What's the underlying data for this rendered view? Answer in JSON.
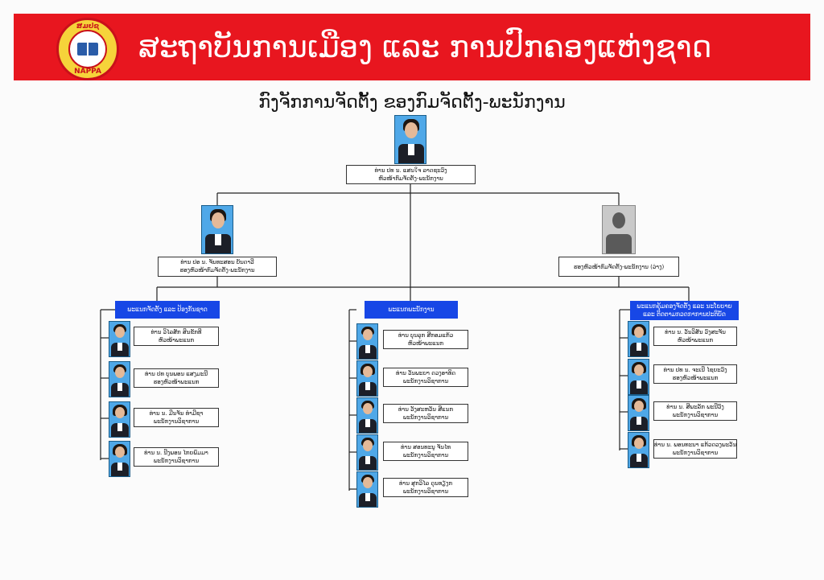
{
  "banner": {
    "title": "ສະຖາບັນການເມືອງ ແລະ ການປົກຄອງແຫ່ງຊາດ",
    "logo_top": "ສມປຊ",
    "logo_bottom": "NAPPA",
    "color": "#e8161f"
  },
  "subtitle": "ກົງຈັກການຈັດຕັ້ງ ຂອງກົມຈັດຕັ້ງ-ພະນັກງານ",
  "director": {
    "name": "ທ່ານ ປທ ນ. ແສນໃຈ ລາດຊະວົງ",
    "role": "ຫົວໜ້າກົມຈັດຕັ້ງ-ພະນັກງານ"
  },
  "deputies": [
    {
      "name": "ທ່ານ ປອ ນ. ຈັນທະສອນ ບັນດາວີ",
      "role": "ຮອງຫົວໜ້າກົມຈັດຕັ້ງ-ພະນັກງານ"
    },
    {
      "name": "",
      "role": "ຮອງຫົວໜ້າກົມຈັດຕັ້ງ-ພະນັກງານ (ວ່າງ)"
    }
  ],
  "departments": [
    {
      "title": "ພະແນກຈັດຕັ້ງ ແລະ ປ້ອງກັນຊາດ",
      "members": [
        {
          "name": "ທ່ານ ວິໄລສັກ ສິນຂັກທີ",
          "role": "ຫົວໜ້າພະແນກ"
        },
        {
          "name": "ທ່ານ ປທ ບຸນພອນ ແສງມະນີ",
          "role": "ຮອງຫົວໜ້າພະແນກ"
        },
        {
          "name": "ທ່ານ ນ. ມີນຈັນ ທຳມີຊາ",
          "role": "ພະນັກງານວິຊາການ"
        },
        {
          "name": "ທ່ານ ນ. ນີງພອນ ໄກຍພົມມາ",
          "role": "ພະນັກງານວິຊາການ"
        }
      ]
    },
    {
      "title": "ພະແນກພະນັກງານ",
      "members": [
        {
          "name": "ທ່ານ ບຸນລຸກ ສີກອມແກ້ວ",
          "role": "ຫົວໜ້າພະແນກ"
        },
        {
          "name": "ທ່ານ ວັນພະຍາ ດວງອາທິດ",
          "role": "ພະນັກງານວິຊາການ"
        },
        {
          "name": "ທ່ານ ວັງສະຫວັນ ສີແນກ",
          "role": "ພະນັກງານວິຊາການ"
        },
        {
          "name": "ທ່ານ ສອນທະນູ ຈັນໄທ",
          "role": "ພະນັກງານວິຊາການ"
        },
        {
          "name": "ທ່ານ ສຸກວິໄລ ດຸນທຽງກ",
          "role": "ພະນັກງານວິຊາການ"
        }
      ]
    },
    {
      "title": "ພະແນກຄຸ້ມຄອງຈັດຕັ້ງ ແລະ ນະໂຍບາຍ\nແລະ ຕິດຕາມກວດກາການປະຕິບັດ",
      "members": [
        {
          "name": "ທ່ານ ນ. ວັນວິສັນ ວົງສະຈັນ",
          "role": "ຫົວໜ້າພະແນກ"
        },
        {
          "name": "ທ່ານ ປທ ນ. ຈະເນີ ໄຊຍະວົງ",
          "role": "ຮອງຫົວໜ້າພະແນກ"
        },
        {
          "name": "ທ່ານ ນ. ສີພະລັກ ພະນີວົງ",
          "role": "ພະນັກງານວິຊາການ"
        },
        {
          "name": "ທ່ານ ນ. ພອນທະນາ ແກ້ວດວງພະວັນ",
          "role": "ພະນັກງານວິຊາການ"
        }
      ]
    }
  ]
}
